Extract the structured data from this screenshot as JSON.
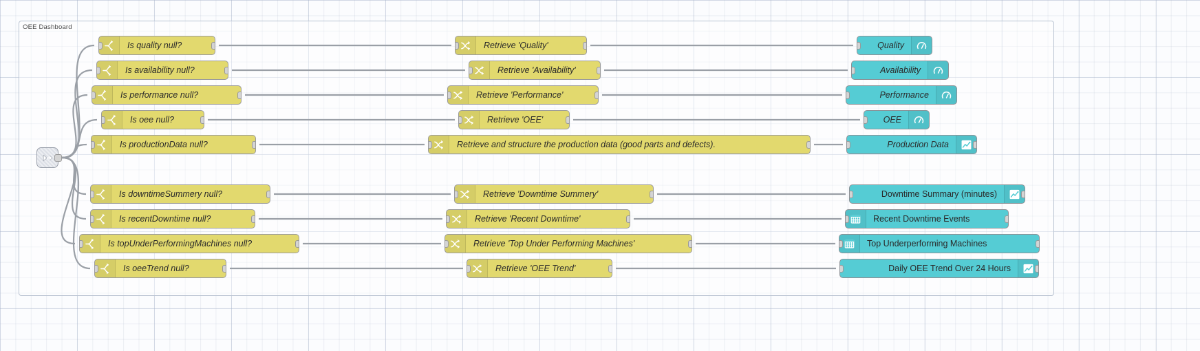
{
  "editor": {
    "app": "node-red-flow-canvas",
    "grid": true
  },
  "group": {
    "label": "OEE Dashboard"
  },
  "source": {
    "name": "link-in-node",
    "label": ""
  },
  "colors": {
    "switch_node": "#e2d96e",
    "change_node": "#e2d96e",
    "dashboard_node": "#55ccd4",
    "wire": "#9a9fa6",
    "port": "#d4d4d4",
    "group_border": "#b9c3d2",
    "canvas": "#fbfcfe"
  },
  "rows": [
    {
      "switch": {
        "label": "Is quality null?",
        "icon": "switch-icon"
      },
      "change": {
        "label": "Retrieve 'Quality'",
        "icon": "change-icon"
      },
      "dashboard": {
        "label": "Quality",
        "icon": "gauge-icon",
        "icon_side": "right",
        "italic": true,
        "has_output": false
      }
    },
    {
      "switch": {
        "label": "Is availability null?",
        "icon": "switch-icon"
      },
      "change": {
        "label": "Retrieve 'Availability'",
        "icon": "change-icon"
      },
      "dashboard": {
        "label": "Availability",
        "icon": "gauge-icon",
        "icon_side": "right",
        "italic": true,
        "has_output": false
      }
    },
    {
      "switch": {
        "label": "Is performance null?",
        "icon": "switch-icon"
      },
      "change": {
        "label": "Retrieve 'Performance'",
        "icon": "change-icon"
      },
      "dashboard": {
        "label": "Performance",
        "icon": "gauge-icon",
        "icon_side": "right",
        "italic": true,
        "has_output": false
      }
    },
    {
      "switch": {
        "label": "Is oee null?",
        "icon": "switch-icon"
      },
      "change": {
        "label": "Retrieve 'OEE'",
        "icon": "change-icon"
      },
      "dashboard": {
        "label": "OEE",
        "icon": "gauge-icon",
        "icon_side": "right",
        "italic": true,
        "has_output": false
      }
    },
    {
      "switch": {
        "label": "Is productionData null?",
        "icon": "switch-icon"
      },
      "change": {
        "label": "Retrieve and structure the production data (good parts and defects).",
        "icon": "change-icon"
      },
      "dashboard": {
        "label": "Production Data",
        "icon": "chart-icon",
        "icon_side": "right",
        "italic": true,
        "has_output": true
      }
    },
    {
      "switch": {
        "label": "Is downtimeSummery null?",
        "icon": "switch-icon"
      },
      "change": {
        "label": "Retrieve 'Downtime Summery'",
        "icon": "change-icon"
      },
      "dashboard": {
        "label": "Downtime Summary (minutes)",
        "icon": "chart-icon",
        "icon_side": "right",
        "italic": false,
        "has_output": true
      }
    },
    {
      "switch": {
        "label": "Is recentDowntime null?",
        "icon": "switch-icon"
      },
      "change": {
        "label": "Retrieve 'Recent Downtime'",
        "icon": "change-icon"
      },
      "dashboard": {
        "label": "Recent Downtime Events",
        "icon": "table-icon",
        "icon_side": "left",
        "italic": false,
        "has_output": true
      }
    },
    {
      "switch": {
        "label": "Is topUnderPerformingMachines null?",
        "icon": "switch-icon"
      },
      "change": {
        "label": "Retrieve 'Top Under Performing Machines'",
        "icon": "change-icon"
      },
      "dashboard": {
        "label": "Top Underperforming Machines",
        "icon": "table-icon",
        "icon_side": "left",
        "italic": false,
        "has_output": true
      }
    },
    {
      "switch": {
        "label": "Is oeeTrend null?",
        "icon": "switch-icon"
      },
      "change": {
        "label": "Retrieve 'OEE Trend'",
        "icon": "change-icon"
      },
      "dashboard": {
        "label": "Daily OEE Trend Over 24 Hours",
        "icon": "chart-icon",
        "icon_side": "right",
        "italic": false,
        "has_output": true
      }
    }
  ]
}
